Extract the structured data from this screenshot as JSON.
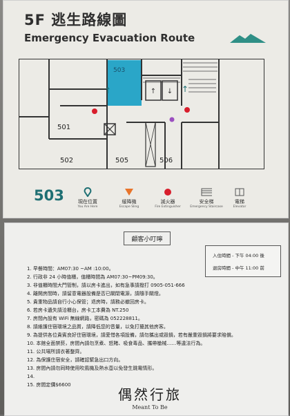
{
  "plaque": {
    "title_zh": "5F 逃生路線圖",
    "title_en": "Emergency Evacuation Route",
    "rooms": [
      "503",
      "501",
      "502",
      "505",
      "506"
    ],
    "current_room": "503",
    "highlight_color": "#2aa6c8",
    "legend": [
      {
        "icon": "location-pin-icon",
        "zh": "現在位置",
        "en": "You Are Here"
      },
      {
        "icon": "escape-sling-icon",
        "zh": "緩降機",
        "en": "Escape Sling"
      },
      {
        "icon": "fire-extinguisher-icon",
        "zh": "滅火器",
        "en": "Fire Extinguisher"
      },
      {
        "icon": "emergency-staircase-icon",
        "zh": "安全梯",
        "en": "Emergency Staircase"
      },
      {
        "icon": "elevator-icon",
        "zh": "電梯",
        "en": "Elevator"
      }
    ]
  },
  "notice": {
    "heading": "顧客小叮嚀",
    "checkin": "入住時間 - 下午 04:00 後",
    "checkout": "退房時間 - 中午 11:00 前",
    "rules": [
      "1. 早餐時間：AM07:30 ~AM :10:00。",
      "2. 行政非 24 小時值櫃，值櫃時間為 AM07:30~PM09:30。",
      "3. 非值櫃時間大門管制，請以房卡進出，如有急事請撥打 0905-051-666",
      "4. 離開房間時，請留意電器設備是否已關閉電源，請隨手關燈。",
      "5. 貴重物品請自行小心保管；退房時，請務必撤回房卡。",
      "6. 若房卡遺失請洽櫃台，房卡工本費為 NT.250",
      "7. 房間內設有 WiFi 無線網路，密碼為 052228811。",
      "8. 請維護住宿環境之品質，請降低您的音量，以免打擾其他房客。",
      "9. 為提供各位貴賓良好住宿環境，請愛惜各項設備，請勿攜出或毀損，若有嚴重毀損將要求賠償。",
      "10. 本館全面禁菸，房間內請勿烹煮、怒賭、吸食毒品、攜帶槍械……等違法行為。",
      "11. 公共場所請衣著整齊。",
      "12. 為保護住宿安全，請確認緊急出口方向。",
      "13. 房間內請勿同時使用吹風機及熱水壺以免發生跳電情形。",
      "14.",
      "15. 房間定價$6600"
    ],
    "brand_zh": "偶然行旅",
    "brand_en": "Meant To Be"
  }
}
